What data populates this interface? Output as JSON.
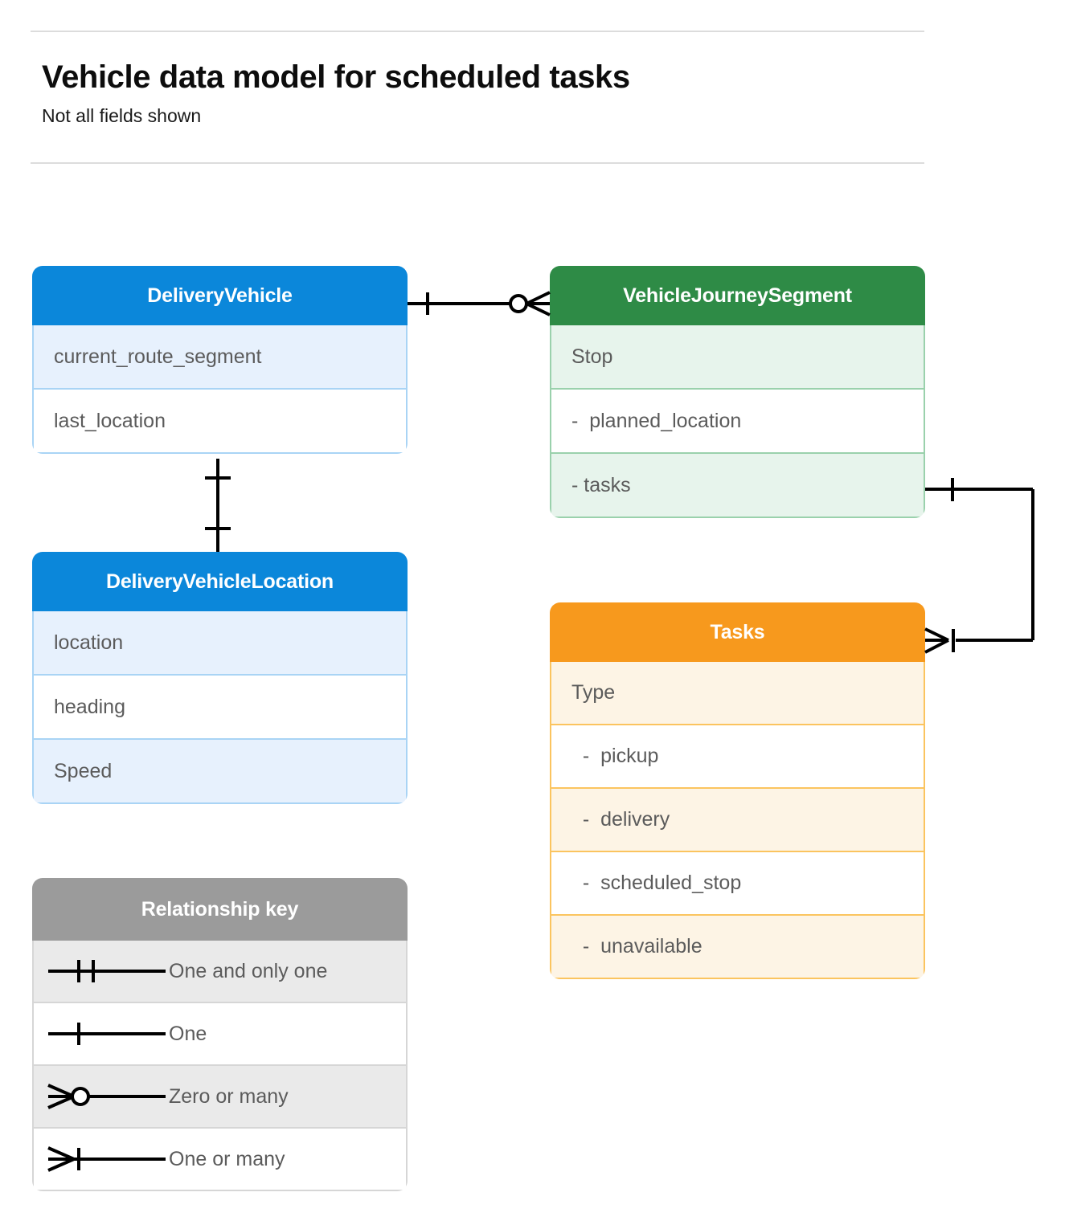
{
  "header": {
    "title": "Vehicle data model for scheduled tasks",
    "subtitle": "Not all fields shown"
  },
  "colors": {
    "blue_header": "#0b87da",
    "blue_tint": "#e7f1fd",
    "blue_border": "#a9d4f5",
    "green_header": "#2e8b46",
    "green_tint": "#e7f4ec",
    "green_border": "#9ad1ac",
    "orange_header": "#f7991d",
    "orange_tint": "#fdf4e5",
    "orange_border": "#fbc45f",
    "gray_header": "#9b9b9b",
    "gray_tint": "#eaeaea",
    "gray_border": "#d6d6d6",
    "connector": "#000000",
    "rule": "#dcdcdc"
  },
  "entities": [
    {
      "id": "delivery-vehicle",
      "name": "DeliveryVehicle",
      "theme": "blue",
      "rows": [
        "current_route_segment",
        "last_location"
      ]
    },
    {
      "id": "delivery-vehicle-location",
      "name": "DeliveryVehicleLocation",
      "theme": "blue",
      "rows": [
        "location",
        "heading",
        "Speed"
      ]
    },
    {
      "id": "vehicle-journey-segment",
      "name": "VehicleJourneySegment",
      "theme": "green",
      "rows": [
        "Stop",
        "-  planned_location",
        "- tasks"
      ]
    },
    {
      "id": "tasks",
      "name": "Tasks",
      "theme": "orange",
      "rows": [
        "Type",
        "  -  pickup",
        "  -  delivery",
        "  -  scheduled_stop",
        "  -  unavailable"
      ]
    }
  ],
  "legend": {
    "title": "Relationship key",
    "rows": [
      {
        "symbol": "one-and-only-one",
        "label": "One and only one"
      },
      {
        "symbol": "one",
        "label": "One"
      },
      {
        "symbol": "zero-or-many",
        "label": "Zero or many"
      },
      {
        "symbol": "one-or-many",
        "label": "One or many"
      }
    ]
  },
  "relationships": [
    {
      "id": "vehicle-to-journey-segment",
      "from": "DeliveryVehicle",
      "to": "VehicleJourneySegment",
      "from_cardinality": "one",
      "to_cardinality": "zero-or-many"
    },
    {
      "id": "vehicle-to-vehicle-location",
      "from": "DeliveryVehicle",
      "to": "DeliveryVehicleLocation",
      "from_cardinality": "one",
      "to_cardinality": "one"
    },
    {
      "id": "journey-segment-tasks-to-tasks",
      "from": "VehicleJourneySegment",
      "to": "Tasks",
      "from_cardinality": "one",
      "to_cardinality": "one-or-many"
    }
  ]
}
